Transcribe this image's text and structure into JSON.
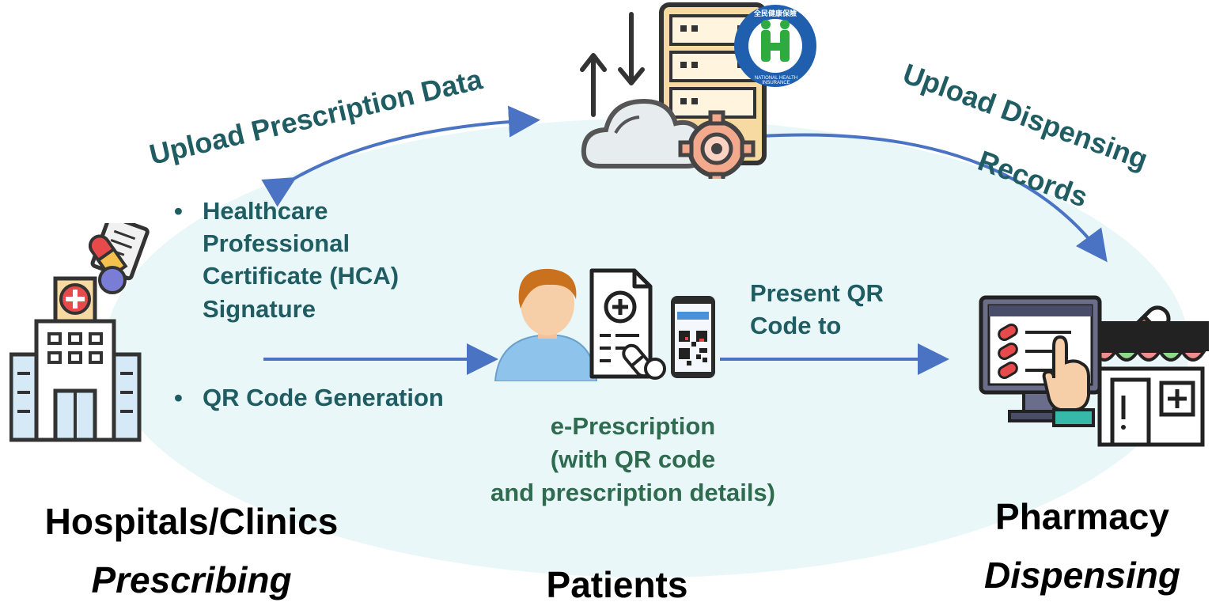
{
  "flow": {
    "upload_prescription": "Upload Prescription Data",
    "upload_dispensing_line1": "Upload Dispensing",
    "upload_dispensing_line2": "Records",
    "present_qr_line1": "Present QR",
    "present_qr_line2": "Code to"
  },
  "hospital": {
    "bullets": [
      "Healthcare Professional Certificate (HCA) Signature",
      "QR Code Generation"
    ],
    "title": "Hospitals/Clinics",
    "subtitle": "Prescribing"
  },
  "patient": {
    "eprescription_line1": "e-Prescription",
    "eprescription_line2": "(with QR code",
    "eprescription_line3": "and prescription details)",
    "title": "Patients"
  },
  "pharmacy": {
    "title": "Pharmacy",
    "subtitle": "Dispensing"
  },
  "nhi_logo": {
    "seal_text": "全民健康保險",
    "ring_text": "NATIONAL HEALTH INSURANCE"
  },
  "colors": {
    "ellipse": "#e9f7f9",
    "arrow": "#4a73c4",
    "teal_text": "#1f5d63",
    "green_text": "#2e6b4f",
    "nhi_blue": "#1f5fae",
    "nhi_green": "#2eaa3e"
  }
}
